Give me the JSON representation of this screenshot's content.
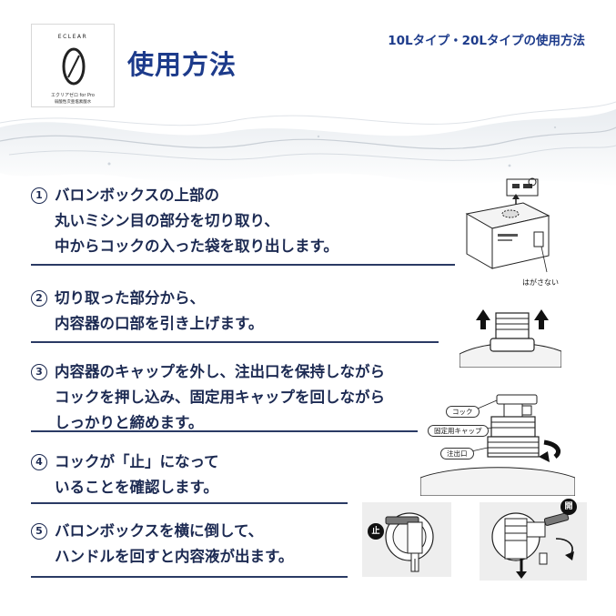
{
  "logo": {
    "brand": "ECLEAR",
    "product": "エクリアゼロ for Pro",
    "description": "弱酸性次亜塩素酸水"
  },
  "header": {
    "title": "使用方法",
    "subtitle": "10Lタイプ・20Lタイプの使用方法"
  },
  "steps": [
    {
      "number": "1",
      "lines": [
        "バロンボックスの上部の",
        "丸いミシン目の部分を切り取り、",
        "中からコックの入った袋を取り出します。"
      ]
    },
    {
      "number": "2",
      "lines": [
        "切り取った部分から、",
        "内容器の口部を引き上げます。"
      ]
    },
    {
      "number": "3",
      "lines": [
        "内容器のキャップを外し、注出口を保持しながら",
        "コックを押し込み、固定用キャップを回しながら",
        "しっかりと締めます。"
      ]
    },
    {
      "number": "4",
      "lines": [
        "コックが「止」になって",
        "いることを確認します。"
      ]
    },
    {
      "number": "5",
      "lines": [
        "バロンボックスを横に倒して、",
        "ハンドルを回すと内容液が出ます。"
      ]
    }
  ],
  "illustrations": {
    "box_note": "はがさない",
    "cock_label": "コック",
    "fixing_cap_label": "固定用キャップ",
    "spout_label": "注出口",
    "stop_badge": "止",
    "open_badge": "開"
  }
}
